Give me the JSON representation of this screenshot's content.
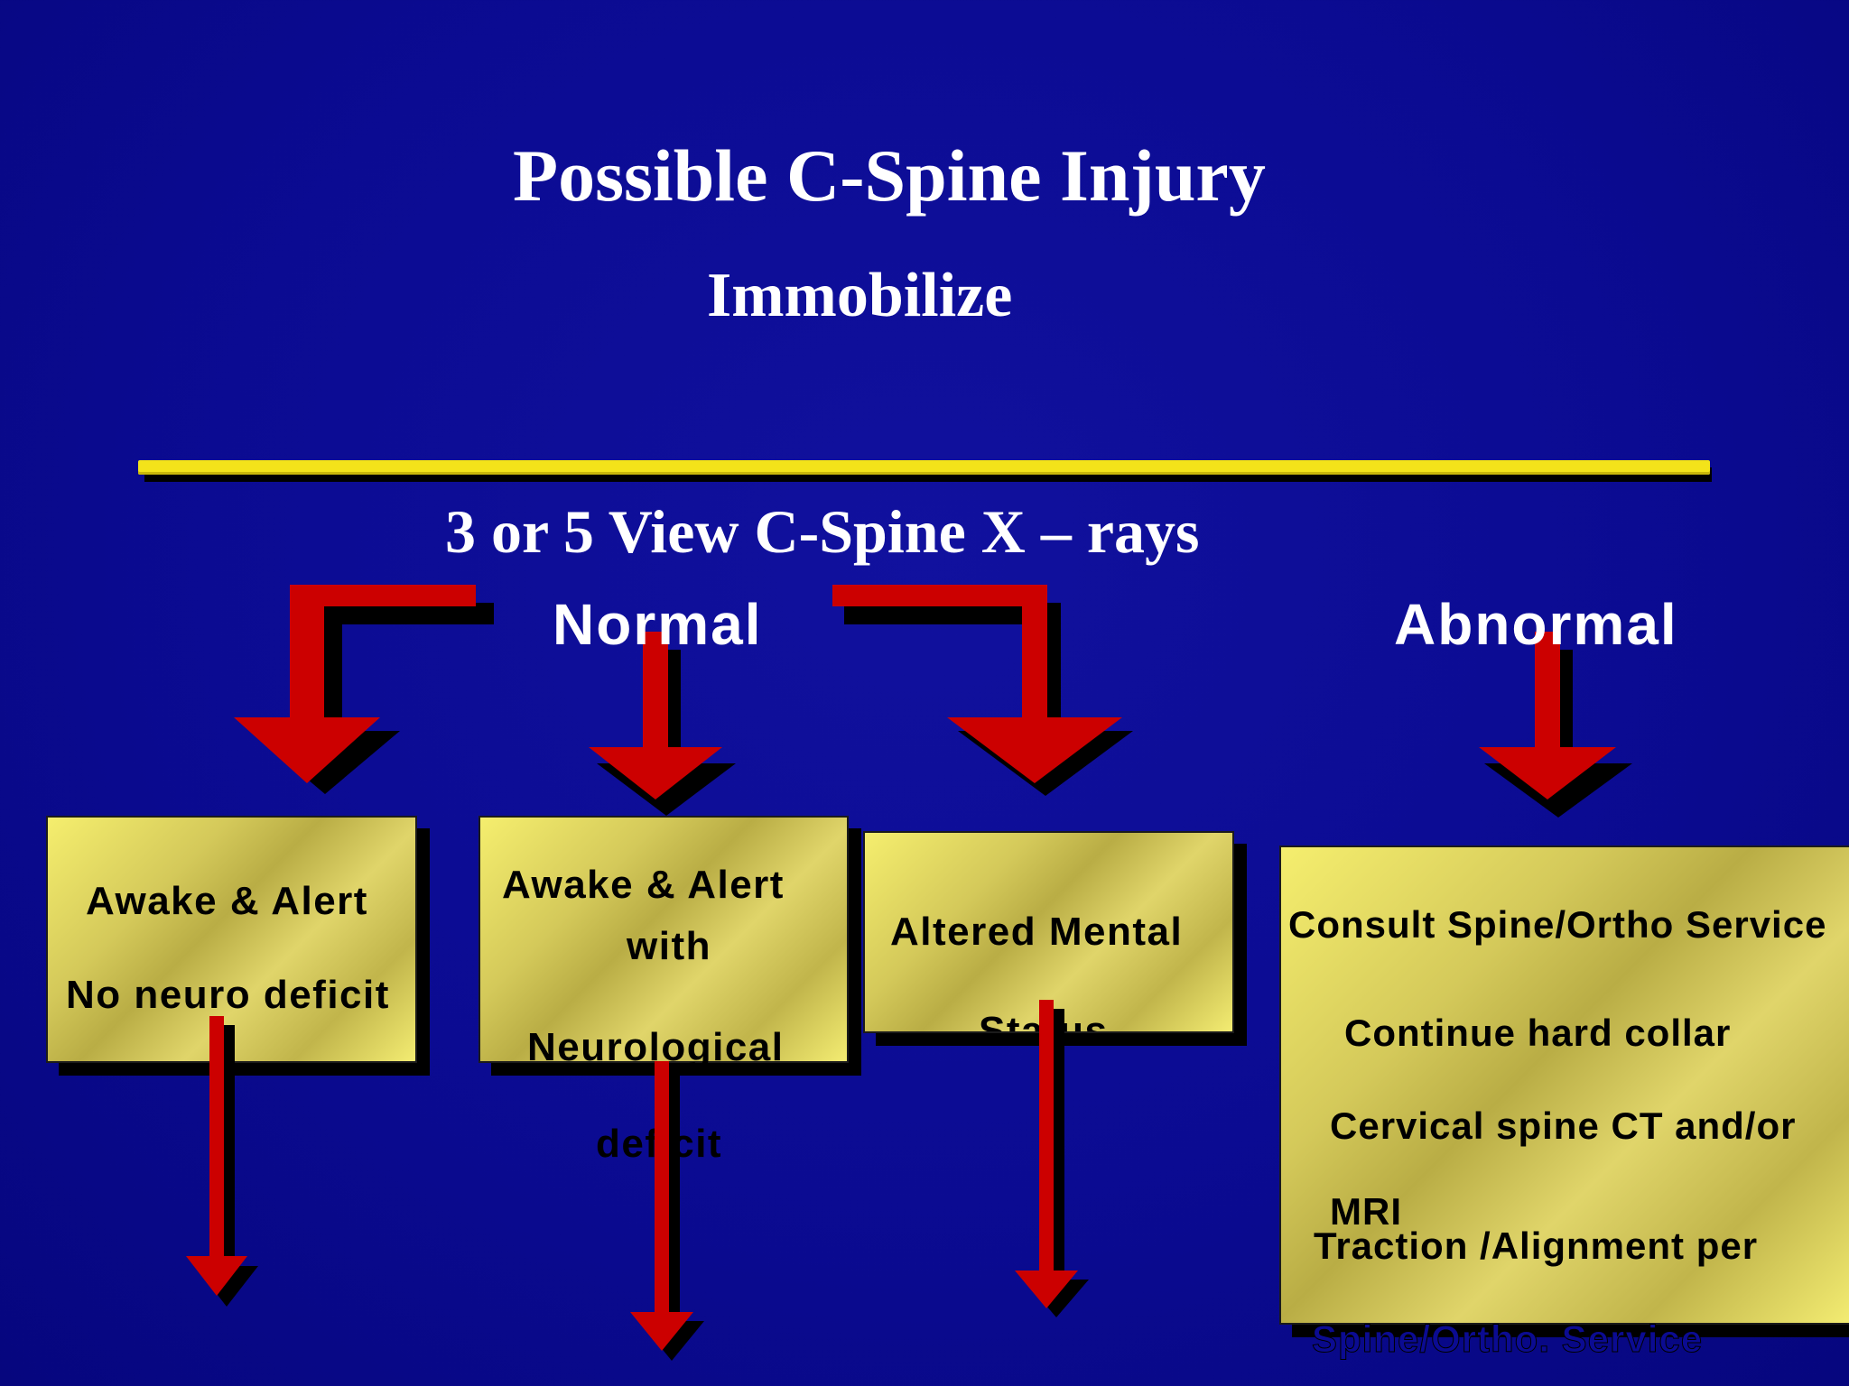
{
  "title": "Possible C-Spine Injury",
  "subtitle": "Immobilize",
  "xray_label": "3  or 5 View C-Spine X – rays",
  "branches": {
    "normal": "Normal",
    "abnormal": "Abnormal"
  },
  "boxes": [
    {
      "lines": [
        "Awake & Alert",
        "No neuro deficit"
      ]
    },
    {
      "lines": [
        "Awake & Alert",
        "with",
        "Neurological",
        "deficit"
      ]
    },
    {
      "lines": [
        "Altered Mental",
        "Status"
      ]
    },
    {
      "lines": [
        "Consult Spine/Ortho Service",
        "Continue hard collar",
        "Cervical spine CT and/or",
        "MRI",
        "Traction /Alignment  per",
        "Spine/Ortho. Service"
      ]
    }
  ],
  "colors": {
    "background": "#0b0b92",
    "arrow": "#cc0000",
    "divider": "#f3e31a",
    "box": "#d9ce5e",
    "text_light": "#ffffff",
    "text_dark": "#000000"
  }
}
